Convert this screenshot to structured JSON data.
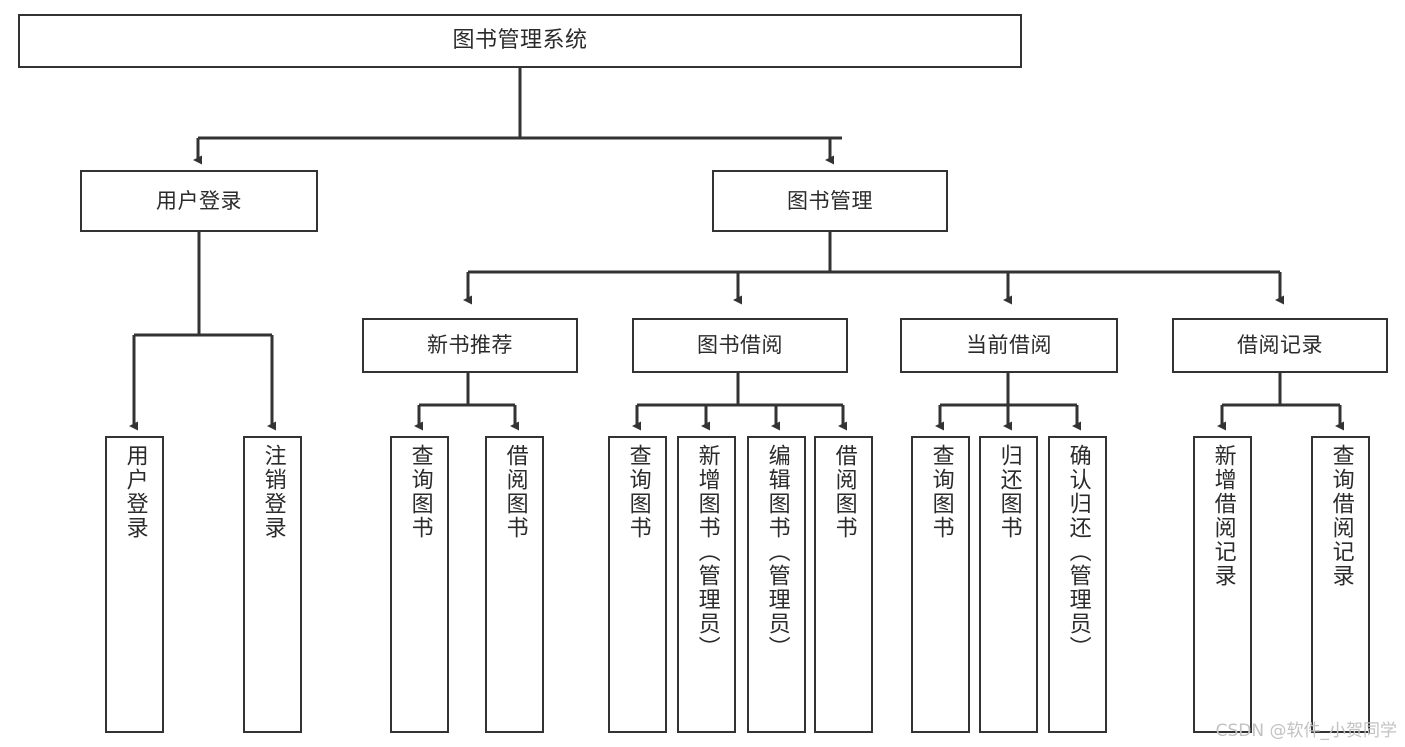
{
  "diagram": {
    "type": "tree",
    "title": "图书管理系统",
    "watermark": "CSDN @软件_小贺同学",
    "colors": {
      "node_border": "#333333",
      "node_fill": "#ffffff",
      "edge": "#333333",
      "text": "#2b2b2b",
      "watermark": "#c2c2c2",
      "background": "#ffffff"
    },
    "nodes": {
      "root": {
        "label": "图书管理系统"
      },
      "level2": [
        {
          "id": "user-login",
          "label": "用户登录"
        },
        {
          "id": "book-management",
          "label": "图书管理"
        }
      ],
      "level3": [
        {
          "id": "new-book-recommend",
          "label": "新书推荐"
        },
        {
          "id": "book-borrow",
          "label": "图书借阅"
        },
        {
          "id": "current-borrow",
          "label": "当前借阅"
        },
        {
          "id": "borrow-record",
          "label": "借阅记录"
        }
      ],
      "leaves": {
        "user_login": [
          {
            "id": "leaf-user-login",
            "label": "用户登录"
          },
          {
            "id": "leaf-logout-login",
            "label": "注销登录"
          }
        ],
        "new_book_recommend": [
          {
            "id": "leaf-query-book-1",
            "label": "查询图书"
          },
          {
            "id": "leaf-borrow-book-1",
            "label": "借阅图书"
          }
        ],
        "book_borrow": [
          {
            "id": "leaf-query-book-2",
            "label": "查询图书"
          },
          {
            "id": "leaf-add-book",
            "label": "新增图书（管理员）"
          },
          {
            "id": "leaf-edit-book",
            "label": "编辑图书（管理员）"
          },
          {
            "id": "leaf-borrow-book-2",
            "label": "借阅图书"
          }
        ],
        "current_borrow": [
          {
            "id": "leaf-query-book-3",
            "label": "查询图书"
          },
          {
            "id": "leaf-return-book",
            "label": "归还图书"
          },
          {
            "id": "leaf-confirm-return",
            "label": "确认归还（管理员）"
          }
        ],
        "borrow_record": [
          {
            "id": "leaf-add-borrow-record",
            "label": "新增借阅记录"
          },
          {
            "id": "leaf-query-borrow-record",
            "label": "查询借阅记录"
          }
        ]
      }
    }
  }
}
